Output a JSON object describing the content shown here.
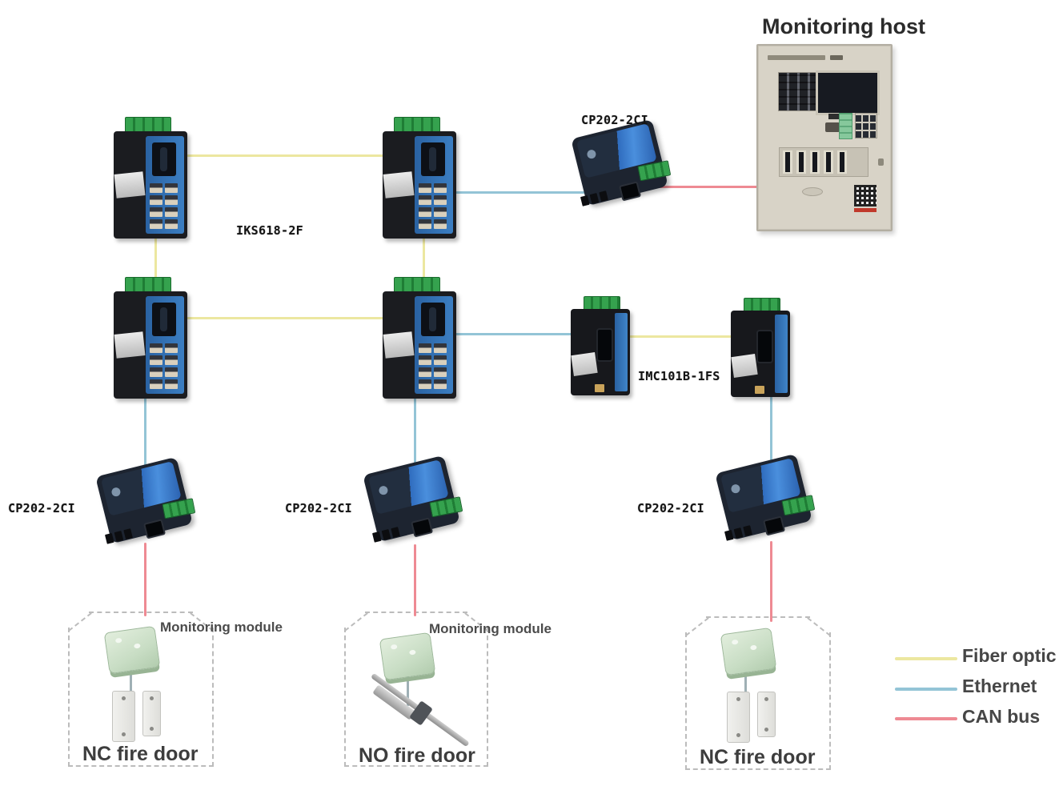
{
  "monitoring_host": {
    "label": "Monitoring host"
  },
  "network": {
    "switch_model": "IKS618-2F",
    "media_converter_model": "IMC101B-1FS",
    "serial_converter_top": "CP202-2CI",
    "serial_converter_left": "CP202-2CI",
    "serial_converter_middle": "CP202-2CI",
    "serial_converter_right": "CP202-2CI"
  },
  "zones": {
    "left": {
      "module_label": "Monitoring module",
      "door_label": "NC fire door"
    },
    "middle": {
      "module_label": "Monitoring  module",
      "door_label": "NO fire door"
    },
    "right": {
      "door_label": "NC fire door"
    }
  },
  "legend": {
    "items": [
      {
        "label": "Fiber optic",
        "color": "#ece7a0"
      },
      {
        "label": "Ethernet",
        "color": "#93c4d6"
      },
      {
        "label": "CAN bus",
        "color": "#ee8a93"
      }
    ]
  }
}
